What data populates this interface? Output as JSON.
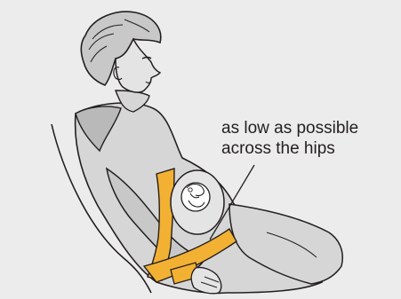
{
  "callout": {
    "line1": "as low as possible",
    "line2": "across the hips"
  },
  "colors": {
    "background": "#ececec",
    "figure_fill": "#d6d6d6",
    "outline": "#231f20",
    "belt": "#f2b133"
  },
  "icons": {
    "figure": "pregnant-woman-seated-illustration",
    "belt": "seat-belt-strap",
    "fetus": "fetus-illustration"
  }
}
